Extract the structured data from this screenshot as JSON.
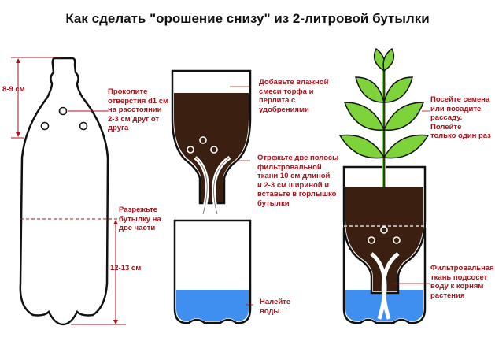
{
  "title": "Как сделать \"орошение снизу\" из 2-литровой бутылки",
  "step1": {
    "neck_measure": "8-9 см",
    "holes_note": "Проколите\nотверстия d1 см\nна расстоянии\n2-3 см друг от\nдруга",
    "cut_note": "Разрежьте\nбутылку на\nдве части",
    "bottom_measure": "12-13 см"
  },
  "step2": {
    "soil_note": "Добавьте влажной\nсмеси торфа и\nперлита с\nудобрениями",
    "wick_note": "Отрежьте две полосы\nфильтровальной\nткани 10 см длиной\nи 2-3 см шириной и\nвставьте в горлышко\nбутылки",
    "water_note": "Налейте\nводы"
  },
  "step3": {
    "plant_note": "Посейте семена\nили посадите\nрассаду. Полейте\nтолько один раз",
    "wick_note": "Фильтровальная\nткань подсосет\nводу к корням\nрастения"
  },
  "colors": {
    "annotation": "#a3141c",
    "soil": "#3b1f10",
    "water": "#3f8ff0",
    "leaf": "#7ed23a",
    "outline": "#111111"
  }
}
